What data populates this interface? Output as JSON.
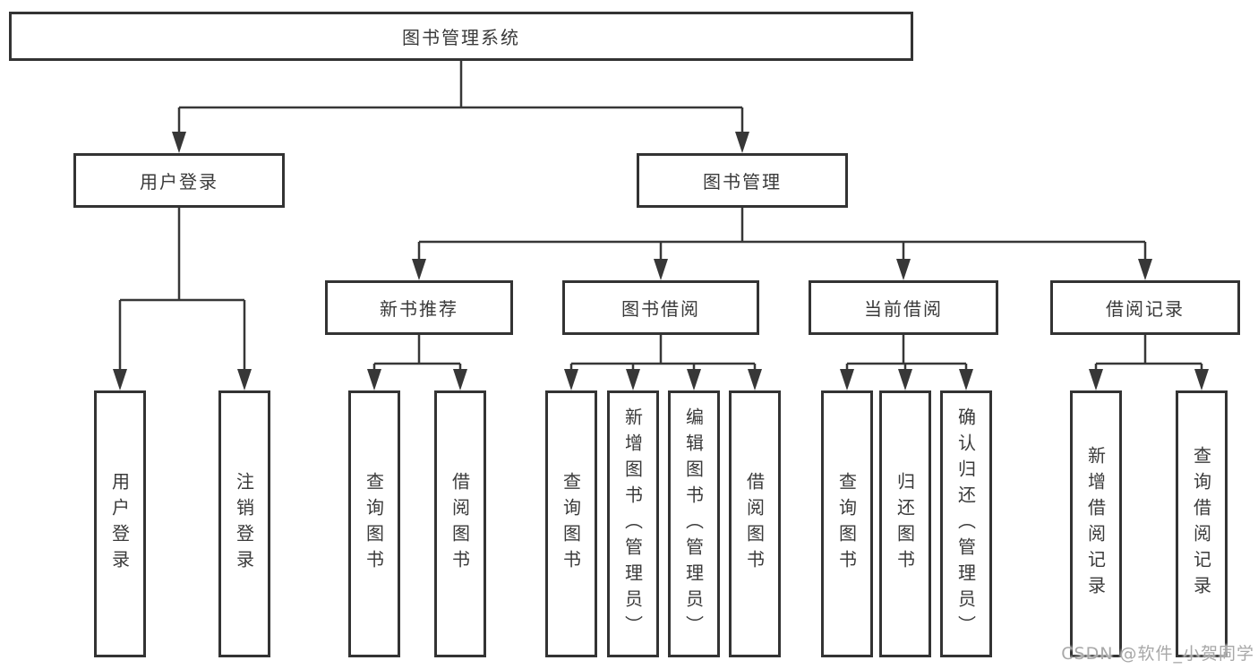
{
  "root_label": "图书管理系统",
  "branches": {
    "login": {
      "label": "用户登录",
      "leaves": [
        "用户登录",
        "注销登录"
      ]
    },
    "management": {
      "label": "图书管理",
      "groups": [
        {
          "label": "新书推荐",
          "leaves": [
            "查询图书",
            "借阅图书"
          ]
        },
        {
          "label": "图书借阅",
          "leaves": [
            "查询图书",
            "新增图书（管理员）",
            "编辑图书（管理员）",
            "借阅图书"
          ]
        },
        {
          "label": "当前借阅",
          "leaves": [
            "查询图书",
            "归还图书",
            "确认归还（管理员）"
          ]
        },
        {
          "label": "借阅记录",
          "leaves": [
            "新增借阅记录",
            "查询借阅记录"
          ]
        }
      ]
    }
  },
  "watermark": "CSDN @软件_小贺同学",
  "colors": {
    "line": "#373737",
    "box_border": "#333333",
    "text": "#3a3a3a",
    "watermark": "#a8a8a8"
  }
}
